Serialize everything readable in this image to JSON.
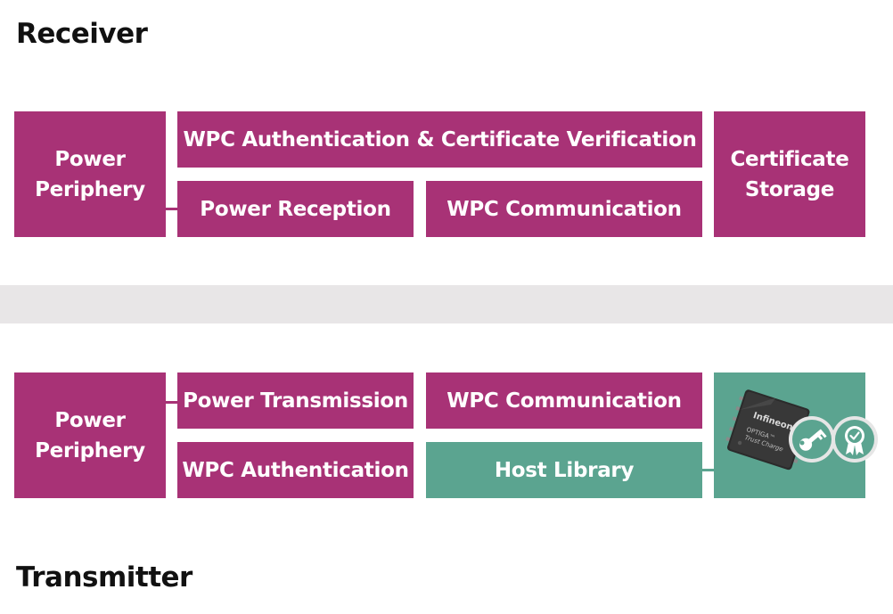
{
  "colors": {
    "primary": "#a83276",
    "secondary": "#5ba490",
    "divider": "#e8e6e7"
  },
  "receiver": {
    "heading": "Receiver",
    "power_periphery": [
      "Power",
      "Periphery"
    ],
    "auth_cert_verification": "WPC Authentication & Certificate Verification",
    "power_reception": "Power Reception",
    "wpc_communication": "WPC Communication",
    "certificate_storage": [
      "Certificate",
      "Storage"
    ]
  },
  "transmitter": {
    "heading": "Transmitter",
    "power_periphery": [
      "Power",
      "Periphery"
    ],
    "power_transmission": "Power Transmission",
    "wpc_communication": "WPC Communication",
    "wpc_authentication": "WPC Authentication",
    "host_library": "Host Library",
    "chip": {
      "brand": "Infineon",
      "product": "OPTIGA™",
      "subtitle": "Trust Charge",
      "icons": [
        "key-icon",
        "certificate-badge-icon"
      ]
    }
  }
}
